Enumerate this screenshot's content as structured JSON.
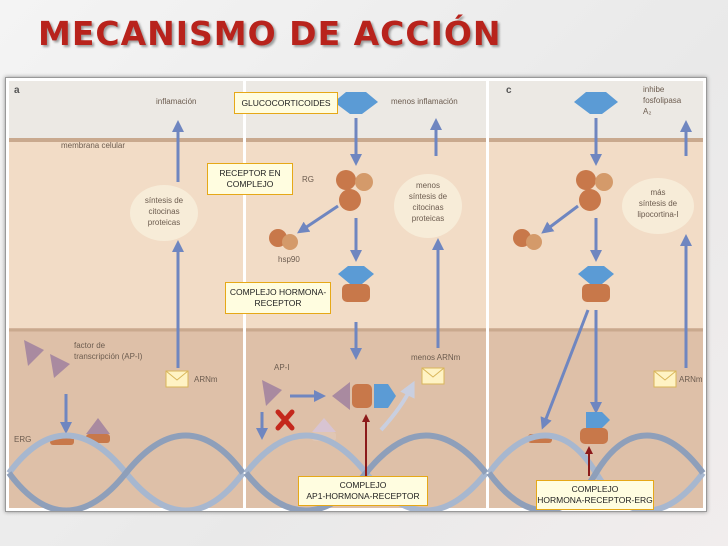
{
  "title": "MECANISMO DE ACCIÓN",
  "panels": {
    "a": {
      "letter": "a",
      "inflamacion": "inflamación",
      "membrana": "membrana celular",
      "sintesis": [
        "síntesis de",
        "citocinas",
        "proteicas"
      ],
      "factor": [
        "factor de",
        "transcripción (AP-I)"
      ],
      "arnm": "ARNm",
      "erg": "ERG"
    },
    "b": {
      "menos_inflamacion": "menos inflamación",
      "rg": "RG",
      "hsp90": "hsp90",
      "sintesis": [
        "menos",
        "síntesis de",
        "citocinas",
        "proteicas"
      ],
      "ap1": "AP-I",
      "menos_arnm": "menos ARNm"
    },
    "c": {
      "letter": "c",
      "inhibe": [
        "inhibe",
        "fosfolipasa",
        "A₂"
      ],
      "sintesis": [
        "más",
        "síntesis de",
        "lipocortina-I"
      ],
      "arnm": "ARNm"
    }
  },
  "callouts": {
    "glucocorticoides": "GLUCOCORTICOIDES",
    "receptor": "RECEPTOR EN\nCOMPLEJO",
    "complejo_hr": "COMPLEJO HORMONA-\nRECEPTOR",
    "complejo_ap1": "COMPLEJO\nAP1-HORMONA-RECEPTOR",
    "complejo_erg": "COMPLEJO\nHORMONA-RECEPTOR-ERG"
  },
  "colors": {
    "title": "#b8231c",
    "arrow": "#6f86c0",
    "cytoplasm": "#f2dcc6",
    "nucleus": "#dec0a8",
    "receptor": "#c8784a",
    "hormone": "#5b9bd5",
    "ap1": "#a98aa0",
    "callout_border": "#e6a817"
  }
}
